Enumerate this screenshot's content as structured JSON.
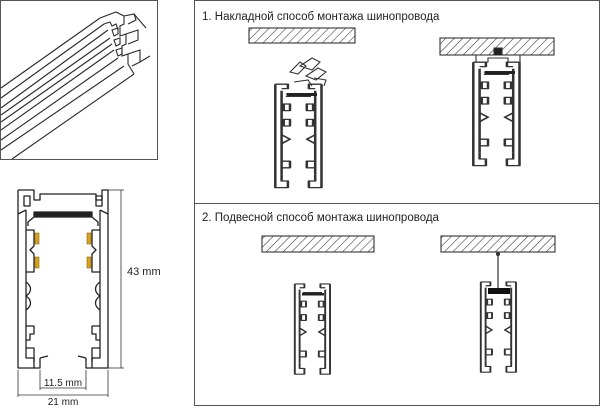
{
  "panels": {
    "surface_mount": {
      "title": "1. Накладной способ монтажа шинопровода"
    },
    "suspended_mount": {
      "title": "2. Подвесной способ монтажа шинопровода"
    }
  },
  "cross_section": {
    "height_label": "43 mm",
    "inner_width_label": "11.5 mm",
    "outer_width_label": "21 mm"
  },
  "colors": {
    "line": "#222222",
    "panel_border": "#555555",
    "accent": "#d9a21b"
  }
}
